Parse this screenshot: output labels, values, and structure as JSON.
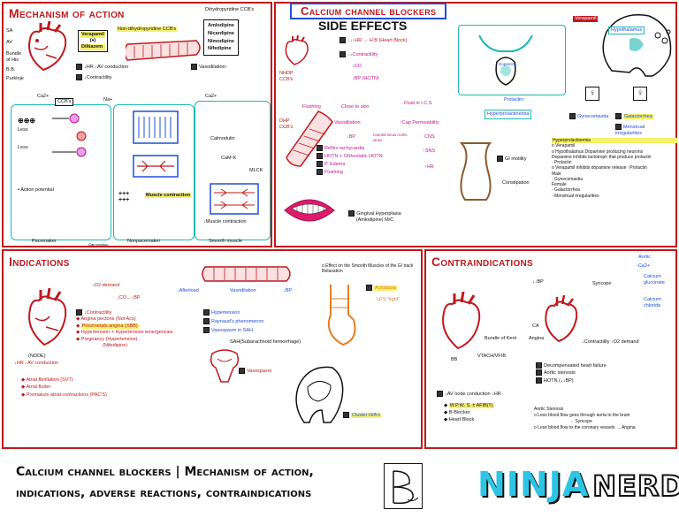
{
  "moa": {
    "title": "Mechanism of action",
    "verapamil": "Verapamil",
    "diltiazem": "Diltiazem",
    "ccb_group": "CCB's",
    "non_dhp": "Non-dihydropyridine CCB's",
    "dhp_label": "Dihydropyridine CCB's",
    "dhp_drugs": [
      "Amlodipine",
      "Nicardipine",
      "Nimodipine",
      "Nifedipine"
    ],
    "hr_av": "↓HR ↓AV conduction",
    "contractility": "↓Contractility",
    "vasodilation": "Vasodilation↑",
    "left_labels": [
      "SA",
      "AV",
      "Bundle of His",
      "B.B.",
      "Purkinje"
    ],
    "ca_label": "Ca2+",
    "na_label": "Na+",
    "less_label": "Less",
    "action_potential": "Action potential",
    "pacemaker": "Pacemaker",
    "nonpacemaker": "Nonpacemaker",
    "smooth_muscle": "Smooth muscle",
    "gap_junction": "Gap junction",
    "muscle_contraction": "Muscle contraction",
    "calmodulin": "Calmodulin",
    "camk": "CaM-K",
    "mlck": "MLCK",
    "muscle_contraction_down": "↓Muscle contraction"
  },
  "side_effects": {
    "header": "Calcium channel blockers",
    "title": "SIDE EFFECTS",
    "nhdp": "NHDP CCB's",
    "dhp": "DHP CCB's",
    "heart_block": "↓↓↓HR → H.B (Heart Block)",
    "contractility": "↓↓Contractility",
    "co": "↓CO",
    "bp": "↓BP (HOTN)",
    "flushing": "Flushing",
    "close_to_skin": "Close to skin",
    "vasodilation": "Vasodilation",
    "fluid": "Fluid in I.C.S",
    "cap_perm": "↑Cap Permeability",
    "carotid": "Carotid sinus Aortic sinus",
    "bp_down": "↓BP",
    "cns": "CNS",
    "sns": "↑SNS",
    "hr_up": "↑HR",
    "list": [
      "Reflex tachycardia",
      "HOTN + Orthostatic HOTN",
      "P. Edema",
      "Flushing"
    ],
    "gingival": "Gingival Hyperplasia (Amlodipine) M/C",
    "gi_motility": "GI motility",
    "constipation": "Constipation",
    "verapamil": "Verapamil",
    "hypothalamus": "Hypothalamus",
    "dopamine": "Dopamine",
    "prolactin": "Prolactin↑",
    "hyperprolactinemia": "Hyperprolactinemia",
    "gynecomastia": "Gynecomastia",
    "galactorrhea": "Galactorrhea",
    "menstrual": "Menstrual irregularities",
    "note_title": "Hyperprolactinemia",
    "note_lines": [
      "o Verapamil",
      "o Hypothalamus  Dopamine producing neurons",
      "Dopamine inhibits lactotroph that produce prolactin",
      "· Prolactin",
      "o Verapamil inhibits dopamine release ↑Prolactin",
      "Male",
      "- Gynecomastia",
      "Female",
      "- Galactorrhea",
      "- Menstrual irregularities"
    ]
  },
  "indications": {
    "title": "Indications",
    "o2_demand": "↓O2 demand",
    "co_bp": "↓CO→↓BP",
    "afterload": "↓Afterload",
    "vasodilation": "Vasodilation",
    "bp": "↓BP",
    "list_red": [
      "↓Contractility",
      "Angina pectoris (Not Acs)",
      "Prinzmetals angina (XBB)",
      "Hypertension + Hypertensive emergencies",
      "Pregnancy (Hypertensive)",
      "(Nifedipine)"
    ],
    "node": "(NODE)",
    "hr_av": "↓HR ↓AV conduction",
    "arrhythmias": [
      "Atrial fibrillation (SVT)",
      "Atrial flutter",
      "Premature atrial contractions (PAC'S)"
    ],
    "blue_list": [
      "Hypertension",
      "Raynaud's phenomenon",
      "Vasospasm in SAH"
    ],
    "sah": "SAH(Subarachnoid hemorrhage)",
    "vasospasm": "Vasospasm",
    "cluster": "Cluster H/A's",
    "achalasia": "Achalasia",
    "les": "LES \"tight\"",
    "effect_smooth": "o Effect on the Smooth Muscles of the GI track Relaxation"
  },
  "contra": {
    "title": "Contraindications",
    "bundle": "Bundle of Kent",
    "vtach": "VTACH/VFIB",
    "bb": "BB",
    "av_hr": "↓AV node conduction  ↓HR",
    "list": [
      "W.P.W. S. ± AFIB(!!)",
      "B-Blocker",
      "Heart Block"
    ],
    "bp_down": "↓↓BP",
    "syncope": "Syncope",
    "ca": "CA",
    "angina": "Angina",
    "contractility": "↓Contractility",
    "o2_demand": "↑O2 demand",
    "aortic_label": "Aortic",
    "ca_lbl": "-Ca2+",
    "calcium_gluconate": "Calcium gluconate",
    "calcium_chloride": "Calcium chloride",
    "list2": [
      "Decompensated heart failure",
      "Aortic stenosis",
      "HOTN (↓↓BP)"
    ],
    "aortic_stenosis_notes": [
      "Aortic Stenosis",
      "o Less blood flow goes through aorta to the brain",
      "→ Syncope",
      "o Less blood flow to the coronary vessels → Angina"
    ]
  },
  "footer": {
    "line1": "Calcium channel blockers | Mechanism of action,",
    "line2": "indications, adverse reactions, contraindications",
    "brand_ninja": "NINJA",
    "brand_nerd": "NERD",
    "signature": "B"
  },
  "colors": {
    "red": "#c0191d",
    "blue": "#1e4fd8",
    "teal": "#1fb8b0",
    "yellow": "#f6f06a",
    "pink": "#f0a0a0"
  }
}
